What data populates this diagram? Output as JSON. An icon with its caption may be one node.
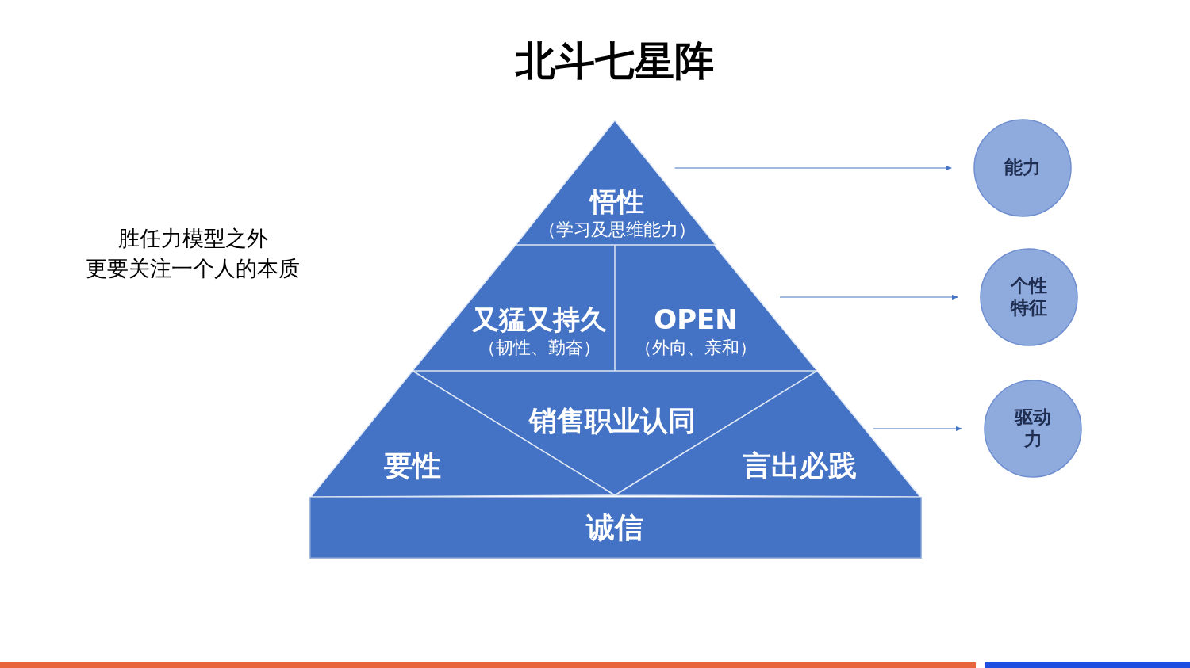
{
  "diagram": {
    "title": "北斗七星阵",
    "nodes": [
      {
        "text": [
          "悟性",
          "（学习及思维能力）"
        ]
      },
      {
        "text": [
          "又猛又持久",
          "（韧性、勤奋）"
        ]
      },
      {
        "text": [
          "OPEN",
          "（外向、亲和）"
        ]
      },
      {
        "text": [
          "销售职业认同"
        ]
      },
      {
        "text": [
          "要性"
        ]
      },
      {
        "text": [
          "言出必践"
        ]
      },
      {
        "text": [
          "诚信"
        ]
      },
      {
        "text": [
          "能力"
        ]
      },
      {
        "text": [
          "个性特征"
        ]
      },
      {
        "text": [
          "驱动力"
        ]
      }
    ],
    "edges": [
      {
        "from": 0,
        "to": 7,
        "arrow": "to"
      },
      {
        "from": 2,
        "to": 8,
        "arrow": "to"
      },
      {
        "from": 5,
        "to": 9,
        "arrow": "to"
      }
    ],
    "labels": [
      "胜任力模型之外",
      "更要关注一个人的本质"
    ]
  }
}
